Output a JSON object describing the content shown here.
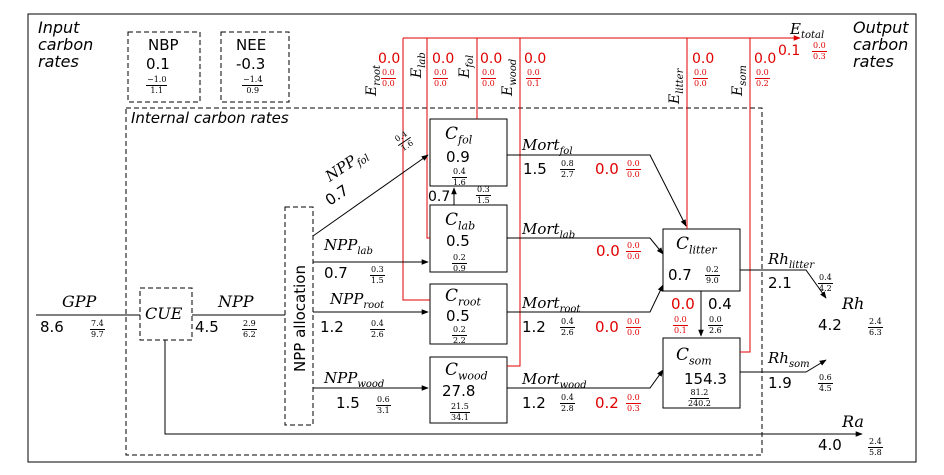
{
  "input_rates_label": [
    "Input",
    "carbon",
    "rates"
  ],
  "output_rates_label": [
    "Output",
    "carbon",
    "rates"
  ],
  "internal_label": "Internal carbon rates",
  "nbp": {
    "name": "NBP",
    "value": "0.1",
    "num": "−1.0",
    "den": "1.1"
  },
  "nee": {
    "name": "NEE",
    "value": "-0.3",
    "num": "−1.4",
    "den": "0.9"
  },
  "gpp": {
    "label": "GPP",
    "value": "8.6",
    "num": "7.4",
    "den": "9.7"
  },
  "cue": {
    "label": "CUE"
  },
  "npp": {
    "label": "NPP",
    "value": "4.5",
    "num": "2.9",
    "den": "6.2"
  },
  "npp_alloc": {
    "label": "NPP allocation"
  },
  "npp_fol": {
    "label": "NPP",
    "sub": "fol",
    "value": "0.7",
    "num": "0.4",
    "den": "1.6"
  },
  "npp_lab": {
    "label": "NPP",
    "sub": "lab",
    "value": "0.7",
    "num": "0.3",
    "den": "1.5"
  },
  "npp_root": {
    "label": "NPP",
    "sub": "root",
    "value": "1.2",
    "num": "0.4",
    "den": "2.6"
  },
  "npp_wood": {
    "label": "NPP",
    "sub": "wood",
    "value": "1.5",
    "num": "0.6",
    "den": "3.1"
  },
  "c_fol": {
    "label": "C",
    "sub": "fol",
    "value": "0.9",
    "num": "0.4",
    "den": "1.6"
  },
  "lab_to_fol": {
    "value": "0.7",
    "num": "0.3",
    "den": "1.5"
  },
  "c_lab": {
    "label": "C",
    "sub": "lab",
    "value": "0.5",
    "num": "0.2",
    "den": "0.9"
  },
  "c_root": {
    "label": "C",
    "sub": "root",
    "value": "0.5",
    "num": "0.2",
    "den": "2.2"
  },
  "c_wood": {
    "label": "C",
    "sub": "wood",
    "value": "27.8",
    "num": "21.5",
    "den": "34.1"
  },
  "c_litter": {
    "label": "C",
    "sub": "litter",
    "value": "0.7",
    "num": "0.2",
    "den": "9.0"
  },
  "c_som": {
    "label": "C",
    "sub": "som",
    "value": "154.3",
    "num": "81.2",
    "den": "240.2"
  },
  "mort_fol": {
    "label": "Mort",
    "sub": "fol",
    "value": "1.5",
    "num": "0.8",
    "den": "2.7",
    "e_value": "0.0",
    "e_num": "0.0",
    "e_den": "0.0"
  },
  "mort_lab": {
    "label": "Mort",
    "sub": "lab",
    "e_value": "0.0",
    "e_num": "0.0",
    "e_den": "0.0"
  },
  "mort_root": {
    "label": "Mort",
    "sub": "root",
    "value": "1.2",
    "num": "0.4",
    "den": "2.6",
    "e_value": "0.0",
    "e_num": "0.0",
    "e_den": "0.0"
  },
  "mort_wood": {
    "label": "Mort",
    "sub": "wood",
    "value": "1.2",
    "num": "0.4",
    "den": "2.8",
    "e_value": "0.2",
    "e_num": "0.0",
    "e_den": "0.3"
  },
  "litter_to_som": {
    "value": "0.4",
    "num": "0.0",
    "den": "2.6",
    "e_value": "0.0",
    "e_num": "0.0",
    "e_den": "0.1"
  },
  "e_root": {
    "label": "E",
    "sub": "root",
    "value": "0.0",
    "num": "0.0",
    "den": "0.0"
  },
  "e_lab": {
    "label": "E",
    "sub": "lab",
    "value": "0.0",
    "num": "0.0",
    "den": "0.0"
  },
  "e_fol": {
    "label": "E",
    "sub": "fol",
    "value": "0.0",
    "num": "0.0",
    "den": "0.0"
  },
  "e_wood": {
    "label": "E",
    "sub": "wood",
    "value": "0.0",
    "num": "0.0",
    "den": "0.1"
  },
  "e_litter": {
    "label": "E",
    "sub": "litter",
    "value": "0.0",
    "num": "0.0",
    "den": "0.0"
  },
  "e_som": {
    "label": "E",
    "sub": "som",
    "value": "0.0",
    "num": "0.0",
    "den": "0.2"
  },
  "e_total": {
    "label": "E",
    "sub": "total",
    "value": "0.1",
    "num": "0.0",
    "den": "0.3"
  },
  "rh_litter": {
    "label": "Rh",
    "sub": "litter",
    "value": "2.1",
    "num": "0.4",
    "den": "4.2"
  },
  "rh_som": {
    "label": "Rh",
    "sub": "som",
    "value": "1.9",
    "num": "0.6",
    "den": "4.5"
  },
  "rh": {
    "label": "Rh",
    "value": "4.2",
    "num": "2.4",
    "den": "6.3"
  },
  "ra": {
    "label": "Ra",
    "value": "4.0",
    "num": "2.4",
    "den": "5.8"
  },
  "colors": {
    "fire": "#e00000",
    "line": "#000000"
  }
}
